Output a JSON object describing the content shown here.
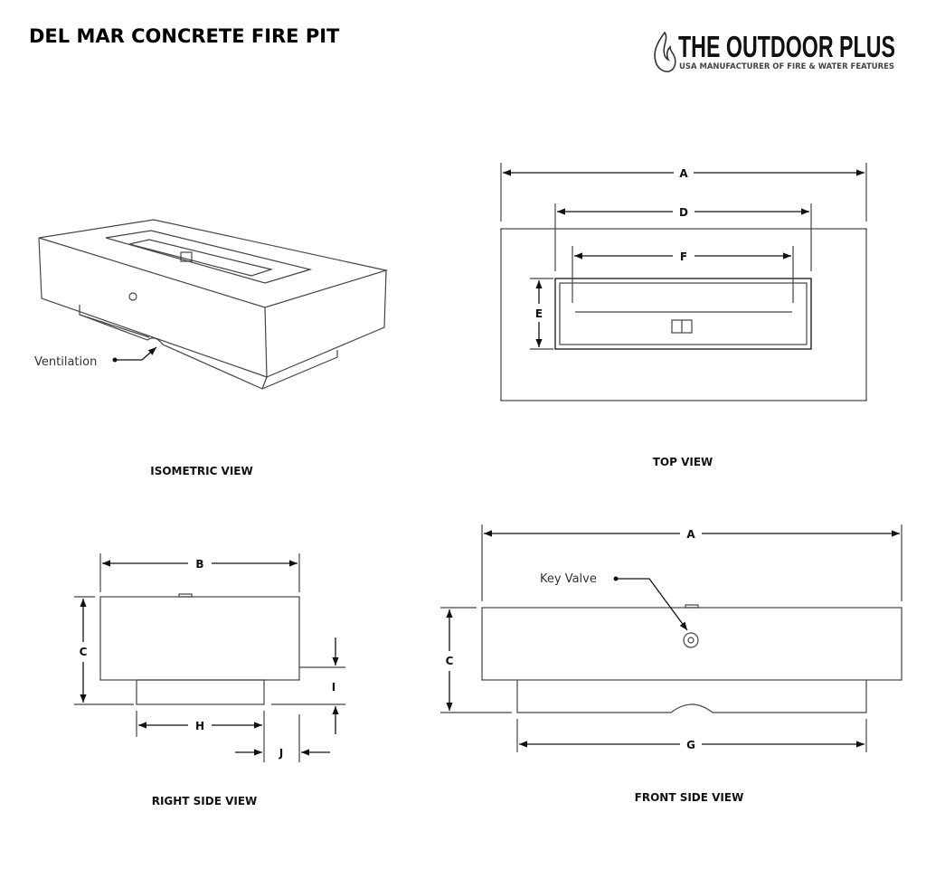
{
  "title": "DEL MAR CONCRETE FIRE PIT",
  "brand": {
    "name": "THE OUTDOOR PLUS",
    "tagline": "USA MANUFACTURER OF FIRE & WATER FEATURES",
    "icon": "flame-icon"
  },
  "views": {
    "isometric": {
      "label": "ISOMETRIC VIEW",
      "callout": "Ventilation"
    },
    "top": {
      "label": "TOP VIEW",
      "dims": {
        "a": "A",
        "d": "D",
        "f": "F",
        "e": "E"
      }
    },
    "right": {
      "label": "RIGHT SIDE VIEW",
      "dims": {
        "b": "B",
        "c": "C",
        "h": "H",
        "i": "I",
        "j": "J"
      }
    },
    "front": {
      "label": "FRONT SIDE VIEW",
      "callout": "Key Valve",
      "dims": {
        "a": "A",
        "c": "C",
        "g": "G"
      }
    }
  }
}
